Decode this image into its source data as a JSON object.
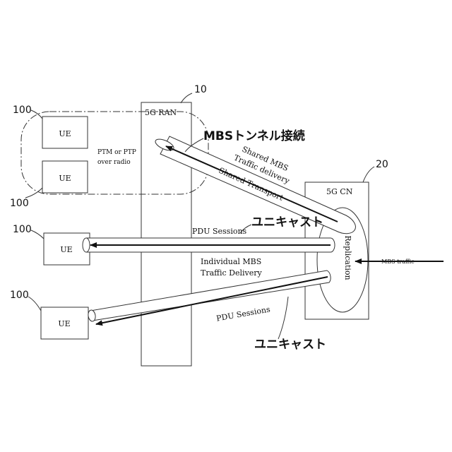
{
  "ran": {
    "label": "5G RAN",
    "ref": "10"
  },
  "cn": {
    "label": "5G CN",
    "ref": "20",
    "replication": "Replication"
  },
  "ue_group": {
    "ref_top": "100",
    "ref_bottom": "100",
    "ue_top": "UE",
    "ue_bottom": "UE",
    "radio_label_1": "PTM or PTP",
    "radio_label_2": "over radio"
  },
  "ue_mid": {
    "ref": "100",
    "label": "UE"
  },
  "ue_low": {
    "ref": "100",
    "label": "UE"
  },
  "tunnel_title": "MBSトンネル接続",
  "shared_tube": {
    "line1": "Shared MBS",
    "line2": "Traffic delivery",
    "line3": "Shared Transport"
  },
  "unicast_1": "ユニキャスト",
  "unicast_2": "ユニキャスト",
  "pdu_sessions_1": "PDU Sessions",
  "pdu_sessions_2": "PDU Sessions",
  "individual": {
    "line1": "Individual MBS",
    "line2": "Traffic Delivery"
  },
  "mbs_traffic": "MBS traffic"
}
